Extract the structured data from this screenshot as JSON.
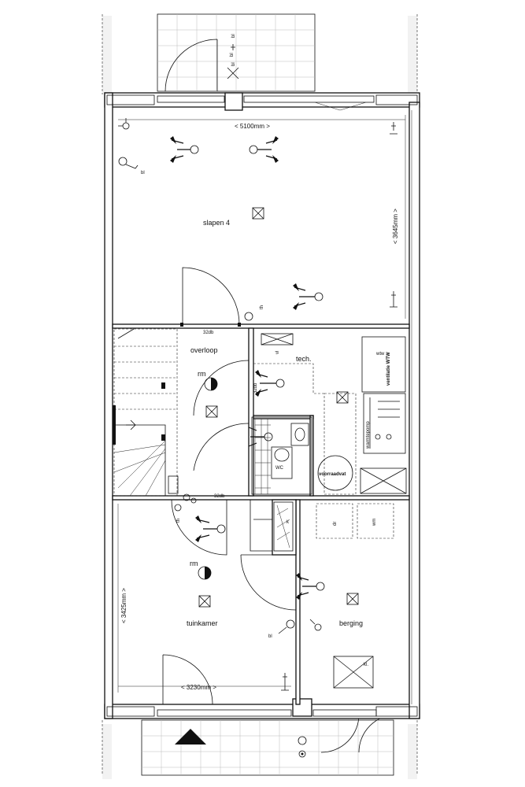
{
  "rooms": {
    "bedroom": "slapen 4",
    "landing": "overloop",
    "technical": "tech.",
    "toilet": "WC",
    "garden_room": "tuinkamer",
    "storage": "berging",
    "storage_tank": "voorraadvat",
    "heat_pump": "warmtepomp",
    "ventilation": "ventilatie WTW"
  },
  "dimensions": {
    "bedroom_width": "< 5100mm >",
    "bedroom_depth": "< 3645mm >",
    "garden_room_depth": "< 3425mm >",
    "garden_room_width": "< 3230mm >"
  },
  "annotations": {
    "door_rating_1": "32db",
    "door_rating_2": "32db",
    "door_rating_3": "32db",
    "smoke_detector_1": "rm",
    "smoke_detector_2": "rm",
    "bl_1": "bl",
    "bl_2": "bl",
    "bl_3": "bl",
    "th_1": "th",
    "th_2": "th",
    "kl": "kl.",
    "wtw": "wtw",
    "wm": "wm",
    "dr": "dr",
    "vl": "vl",
    "k": "k"
  }
}
